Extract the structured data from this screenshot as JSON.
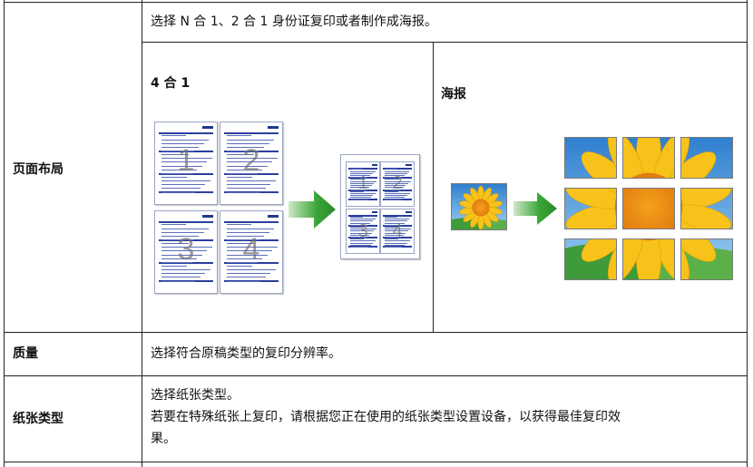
{
  "rows": [
    {
      "label": "页面布局",
      "description": "选择 N 合 1、2 合 1 身份证复印或者制作成海报。",
      "illustrations": {
        "left_heading": "4 合 1",
        "right_heading": "海报",
        "page_numbers": [
          "1",
          "2",
          "3",
          "4"
        ]
      }
    },
    {
      "label": "质量",
      "description": "选择符合原稿类型的复印分辨率。"
    },
    {
      "label": "纸张类型",
      "description_lines": [
        "选择纸张类型。",
        "若要在特殊纸张上复印，请根据您正在使用的纸张类型设置设备，以获得最佳复印效",
        "果。"
      ]
    }
  ],
  "colors": {
    "arrow": "#3aa537",
    "sky": "#3b8fd8",
    "petal": "#f7c21a",
    "center": "#e07b10",
    "leaf": "#3f9a3a",
    "doc_blue": "#2b3f9e"
  }
}
